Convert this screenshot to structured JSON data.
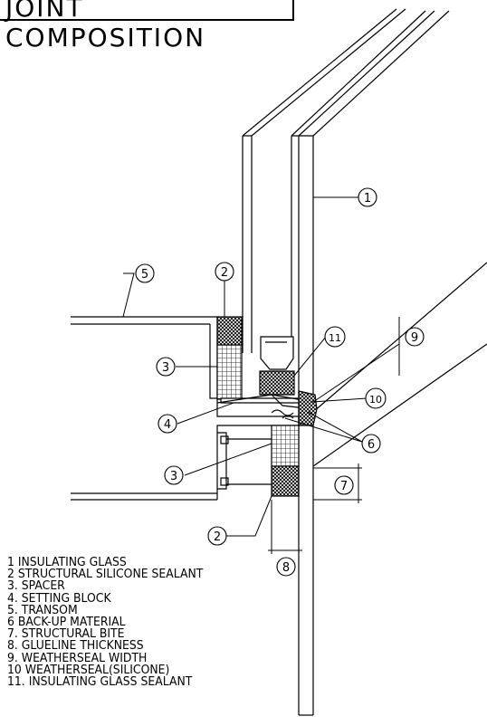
{
  "title": "JOINT COMPOSITION",
  "callouts": [
    "1",
    "2",
    "3",
    "4",
    "5",
    "6",
    "7",
    "8",
    "9",
    "10",
    "11"
  ],
  "callout_instances": [
    {
      "num": "1"
    },
    {
      "num": "2"
    },
    {
      "num": "2"
    },
    {
      "num": "3"
    },
    {
      "num": "3"
    },
    {
      "num": "4"
    },
    {
      "num": "5"
    },
    {
      "num": "6"
    },
    {
      "num": "7"
    },
    {
      "num": "8"
    },
    {
      "num": "9"
    },
    {
      "num": "10"
    },
    {
      "num": "11"
    }
  ],
  "legend": [
    "1  INSULATING GLASS",
    "2  STRUCTURAL SILICONE SEALANT",
    "3. SPACER",
    "4. SETTING BLOCK",
    "5. TRANSOM",
    "6  BACK-UP MATERIAL",
    "7. STRUCTURAL BITE",
    "8. GLUELINE THICKNESS",
    "9. WEATHERSEAL WIDTH",
    "10  WEATHERSEAL(SILICONE)",
    "11. INSULATING GLASS SEALANT"
  ]
}
